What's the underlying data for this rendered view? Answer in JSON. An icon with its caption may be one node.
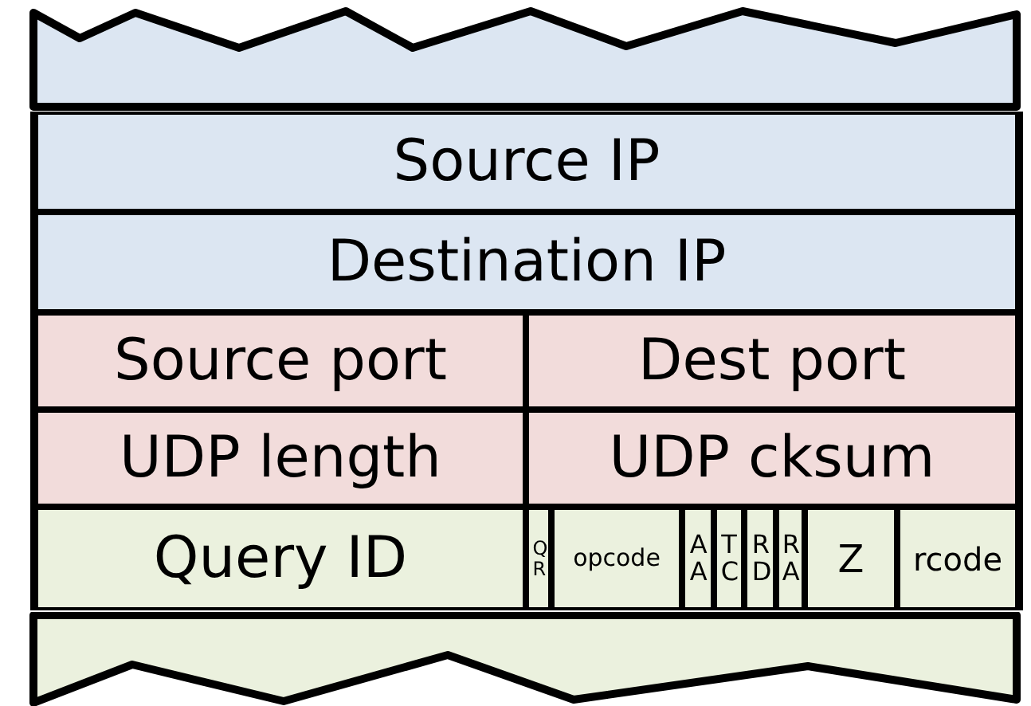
{
  "diagram": {
    "nodes": [
      {
        "text": [],
        "shape": "band"
      },
      {
        "text": [
          "Source IP"
        ]
      },
      {
        "text": [
          "Destination IP"
        ]
      },
      {
        "text": [
          "Source port"
        ]
      },
      {
        "text": [
          "Dest port"
        ]
      },
      {
        "text": [
          "UDP length"
        ]
      },
      {
        "text": [
          "UDP cksum"
        ]
      },
      {
        "text": [
          "Query ID"
        ]
      },
      {
        "text": [
          "QR"
        ]
      },
      {
        "text": [
          "opcode"
        ]
      },
      {
        "text": [
          "AA"
        ]
      },
      {
        "text": [
          "TC"
        ]
      },
      {
        "text": [
          "RD"
        ]
      },
      {
        "text": [
          "RA"
        ]
      },
      {
        "text": [
          "Z"
        ]
      },
      {
        "text": [
          "rcode"
        ]
      },
      {
        "text": [],
        "shape": "band"
      }
    ]
  }
}
